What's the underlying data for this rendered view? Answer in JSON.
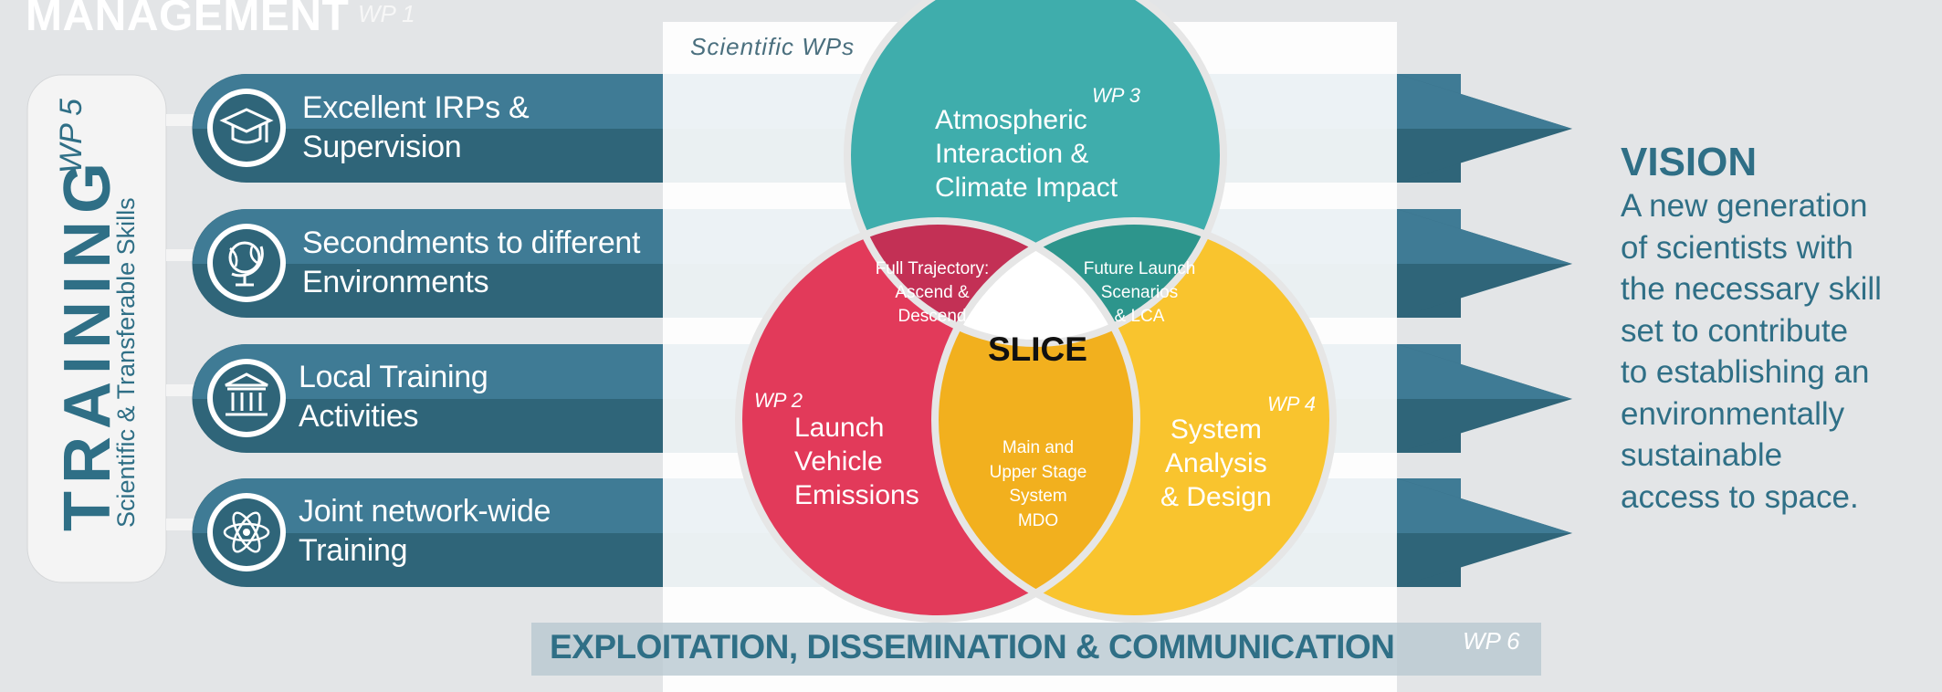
{
  "management": {
    "title": "MANAGEMENT",
    "wp": "WP 1"
  },
  "training": {
    "title": "TRAINING",
    "subtitle": "Scientific & Transferable Skills",
    "wp": "WP 5"
  },
  "training_items": [
    {
      "line1": "Excellent IRPs &",
      "line2": "Supervision",
      "icon": "graduation-cap-icon"
    },
    {
      "line1": "Secondments to different",
      "line2": "Environments",
      "icon": "globe-icon"
    },
    {
      "line1": "Local Training",
      "line2": "Activities",
      "icon": "institution-building-icon"
    },
    {
      "line1": "Joint network-wide",
      "line2": "Training",
      "icon": "atom-icon"
    }
  ],
  "scientific": {
    "label": "Scientific WPs"
  },
  "venn": {
    "top": {
      "line1": "Atmospheric",
      "line2": "Interaction &",
      "line3": "Climate Impact",
      "wp": "WP 3",
      "color": "#3fadac"
    },
    "left": {
      "line1": "Launch",
      "line2": "Vehicle",
      "line3": "Emissions",
      "wp": "WP 2",
      "color": "#e23a5a"
    },
    "right": {
      "line1": "System",
      "line2": "Analysis",
      "line3": "& Design",
      "wp": "WP 4",
      "color": "#f9c42e"
    },
    "overlap_top_left": {
      "line1": "Full Trajectory:",
      "line2": "Ascend &",
      "line3": "Descend",
      "color": "#c33055"
    },
    "overlap_top_right": {
      "line1": "Future Launch",
      "line2": "Scenarios",
      "line3": "& LCA",
      "color": "#2d958c"
    },
    "overlap_left_right": {
      "line1": "Main and",
      "line2": "Upper Stage",
      "line3": "System",
      "line4": "MDO",
      "color": "#f2b01e"
    },
    "center": {
      "label": "SLICE"
    }
  },
  "exploitation": {
    "label": "EXPLOITATION, DISSEMINATION & COMMUNICATION",
    "wp": "WP 6"
  },
  "vision": {
    "title": "VISION",
    "lines": [
      "A new generation",
      "of scientists with",
      "the necessary skill",
      "set to contribute",
      "to establishing an",
      "environmentally",
      "sustainable",
      "access to space."
    ]
  },
  "colors": {
    "arrow_top": "#3f7b95",
    "arrow_bottom": "#2f6579",
    "heading": "#2f6f86",
    "training_panel": "#f4f4f4",
    "center_panel": "#ffffff"
  }
}
